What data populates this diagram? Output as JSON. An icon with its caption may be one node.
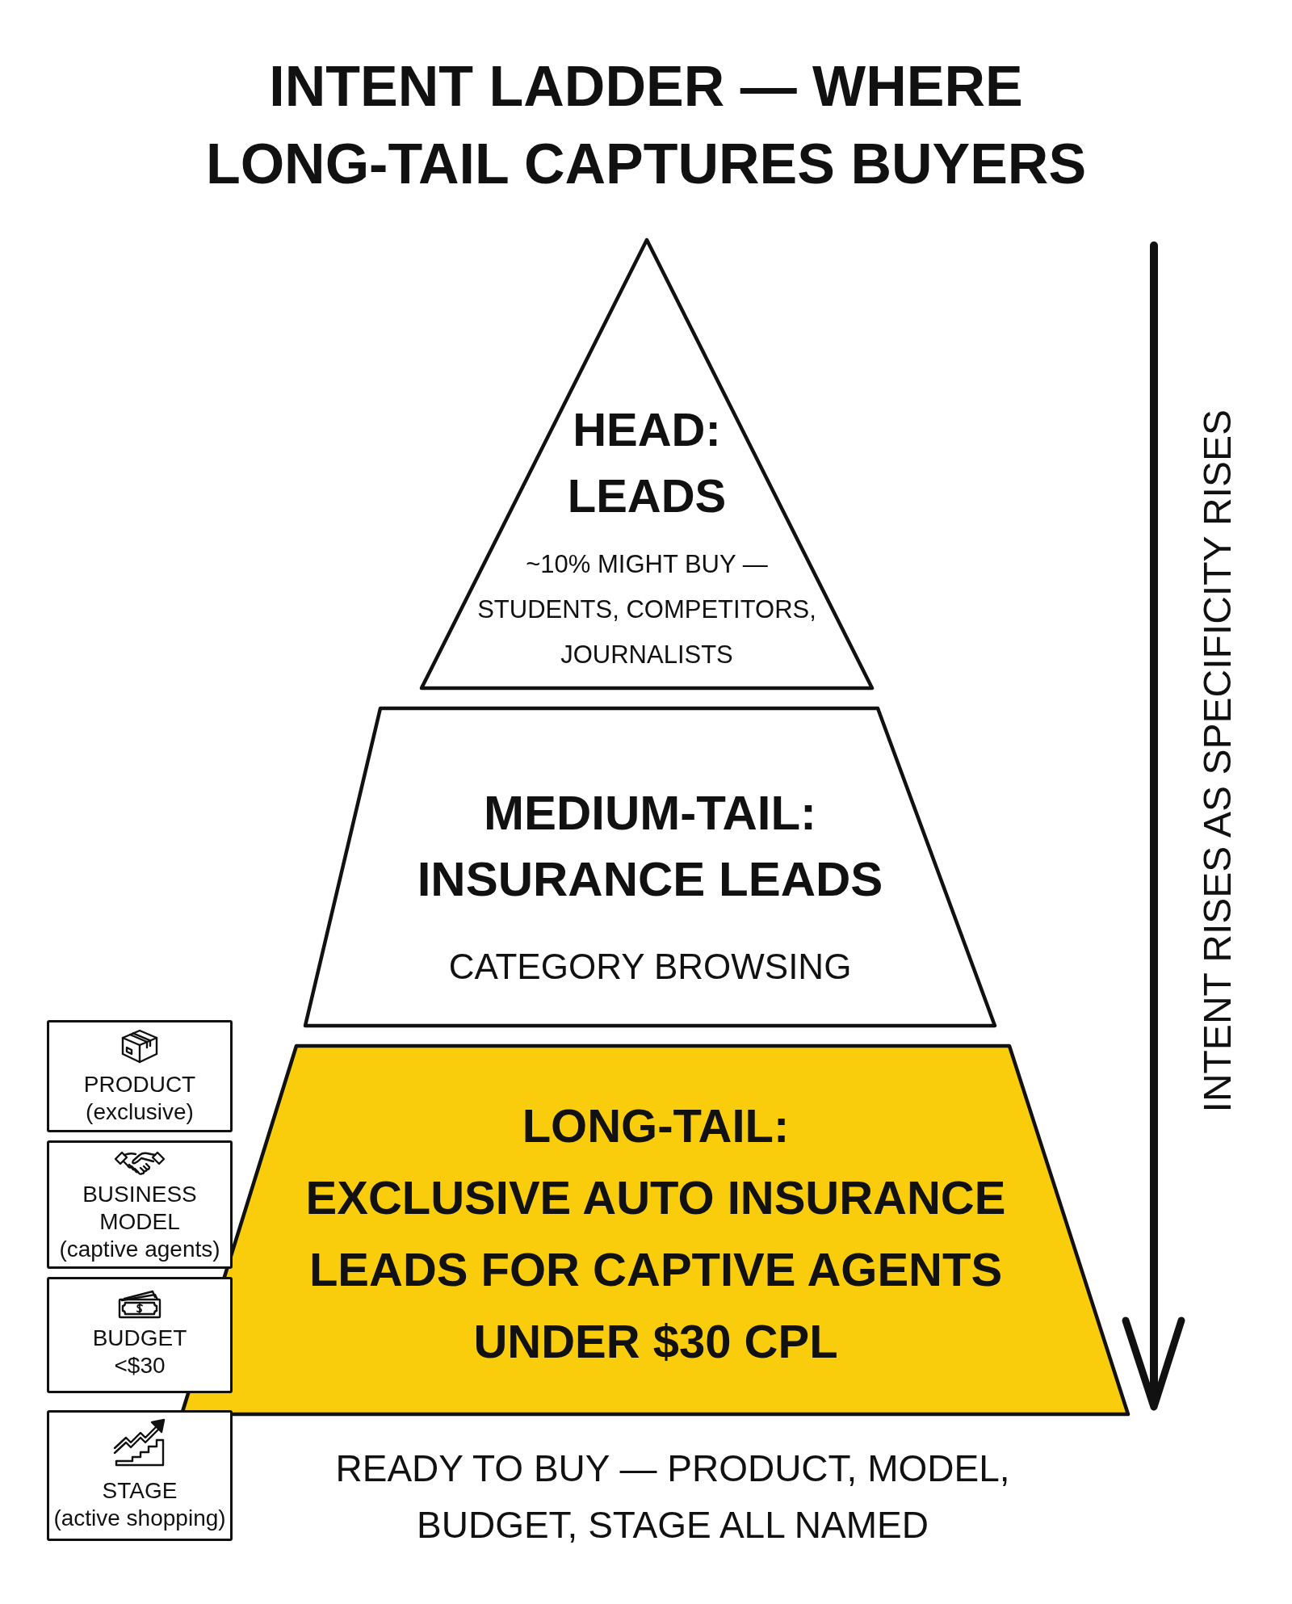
{
  "diagram": {
    "title": "INTENT LADDER — WHERE LONG-TAIL CAPTURES BUYERS",
    "nodes": [
      {
        "text": [
          "HEAD: LEADS",
          "~10% MIGHT BUY — STUDENTS, COMPETITORS, JOURNALISTS"
        ]
      },
      {
        "text": [
          "MEDIUM-TAIL: INSURANCE LEADS",
          "CATEGORY BROWSING"
        ]
      },
      {
        "text": [
          "LONG-TAIL:",
          "EXCLUSIVE AUTO INSURANCE LEADS FOR CAPTIVE AGENTS UNDER $30 CPL"
        ],
        "beside": [
          "READY TO BUY — PRODUCT, MODEL, BUDGET, STAGE ALL NAMED"
        ]
      },
      {
        "text": [
          "PRODUCT",
          "(exclusive)"
        ]
      },
      {
        "text": [
          "BUSINESS MODEL",
          "(captive agents)"
        ]
      },
      {
        "text": [
          "BUDGET",
          "<$30"
        ]
      },
      {
        "text": [
          "STAGE",
          "(active shopping)"
        ]
      }
    ],
    "labels": [
      "INTENT RISES AS SPECIFICITY RISES"
    ]
  }
}
